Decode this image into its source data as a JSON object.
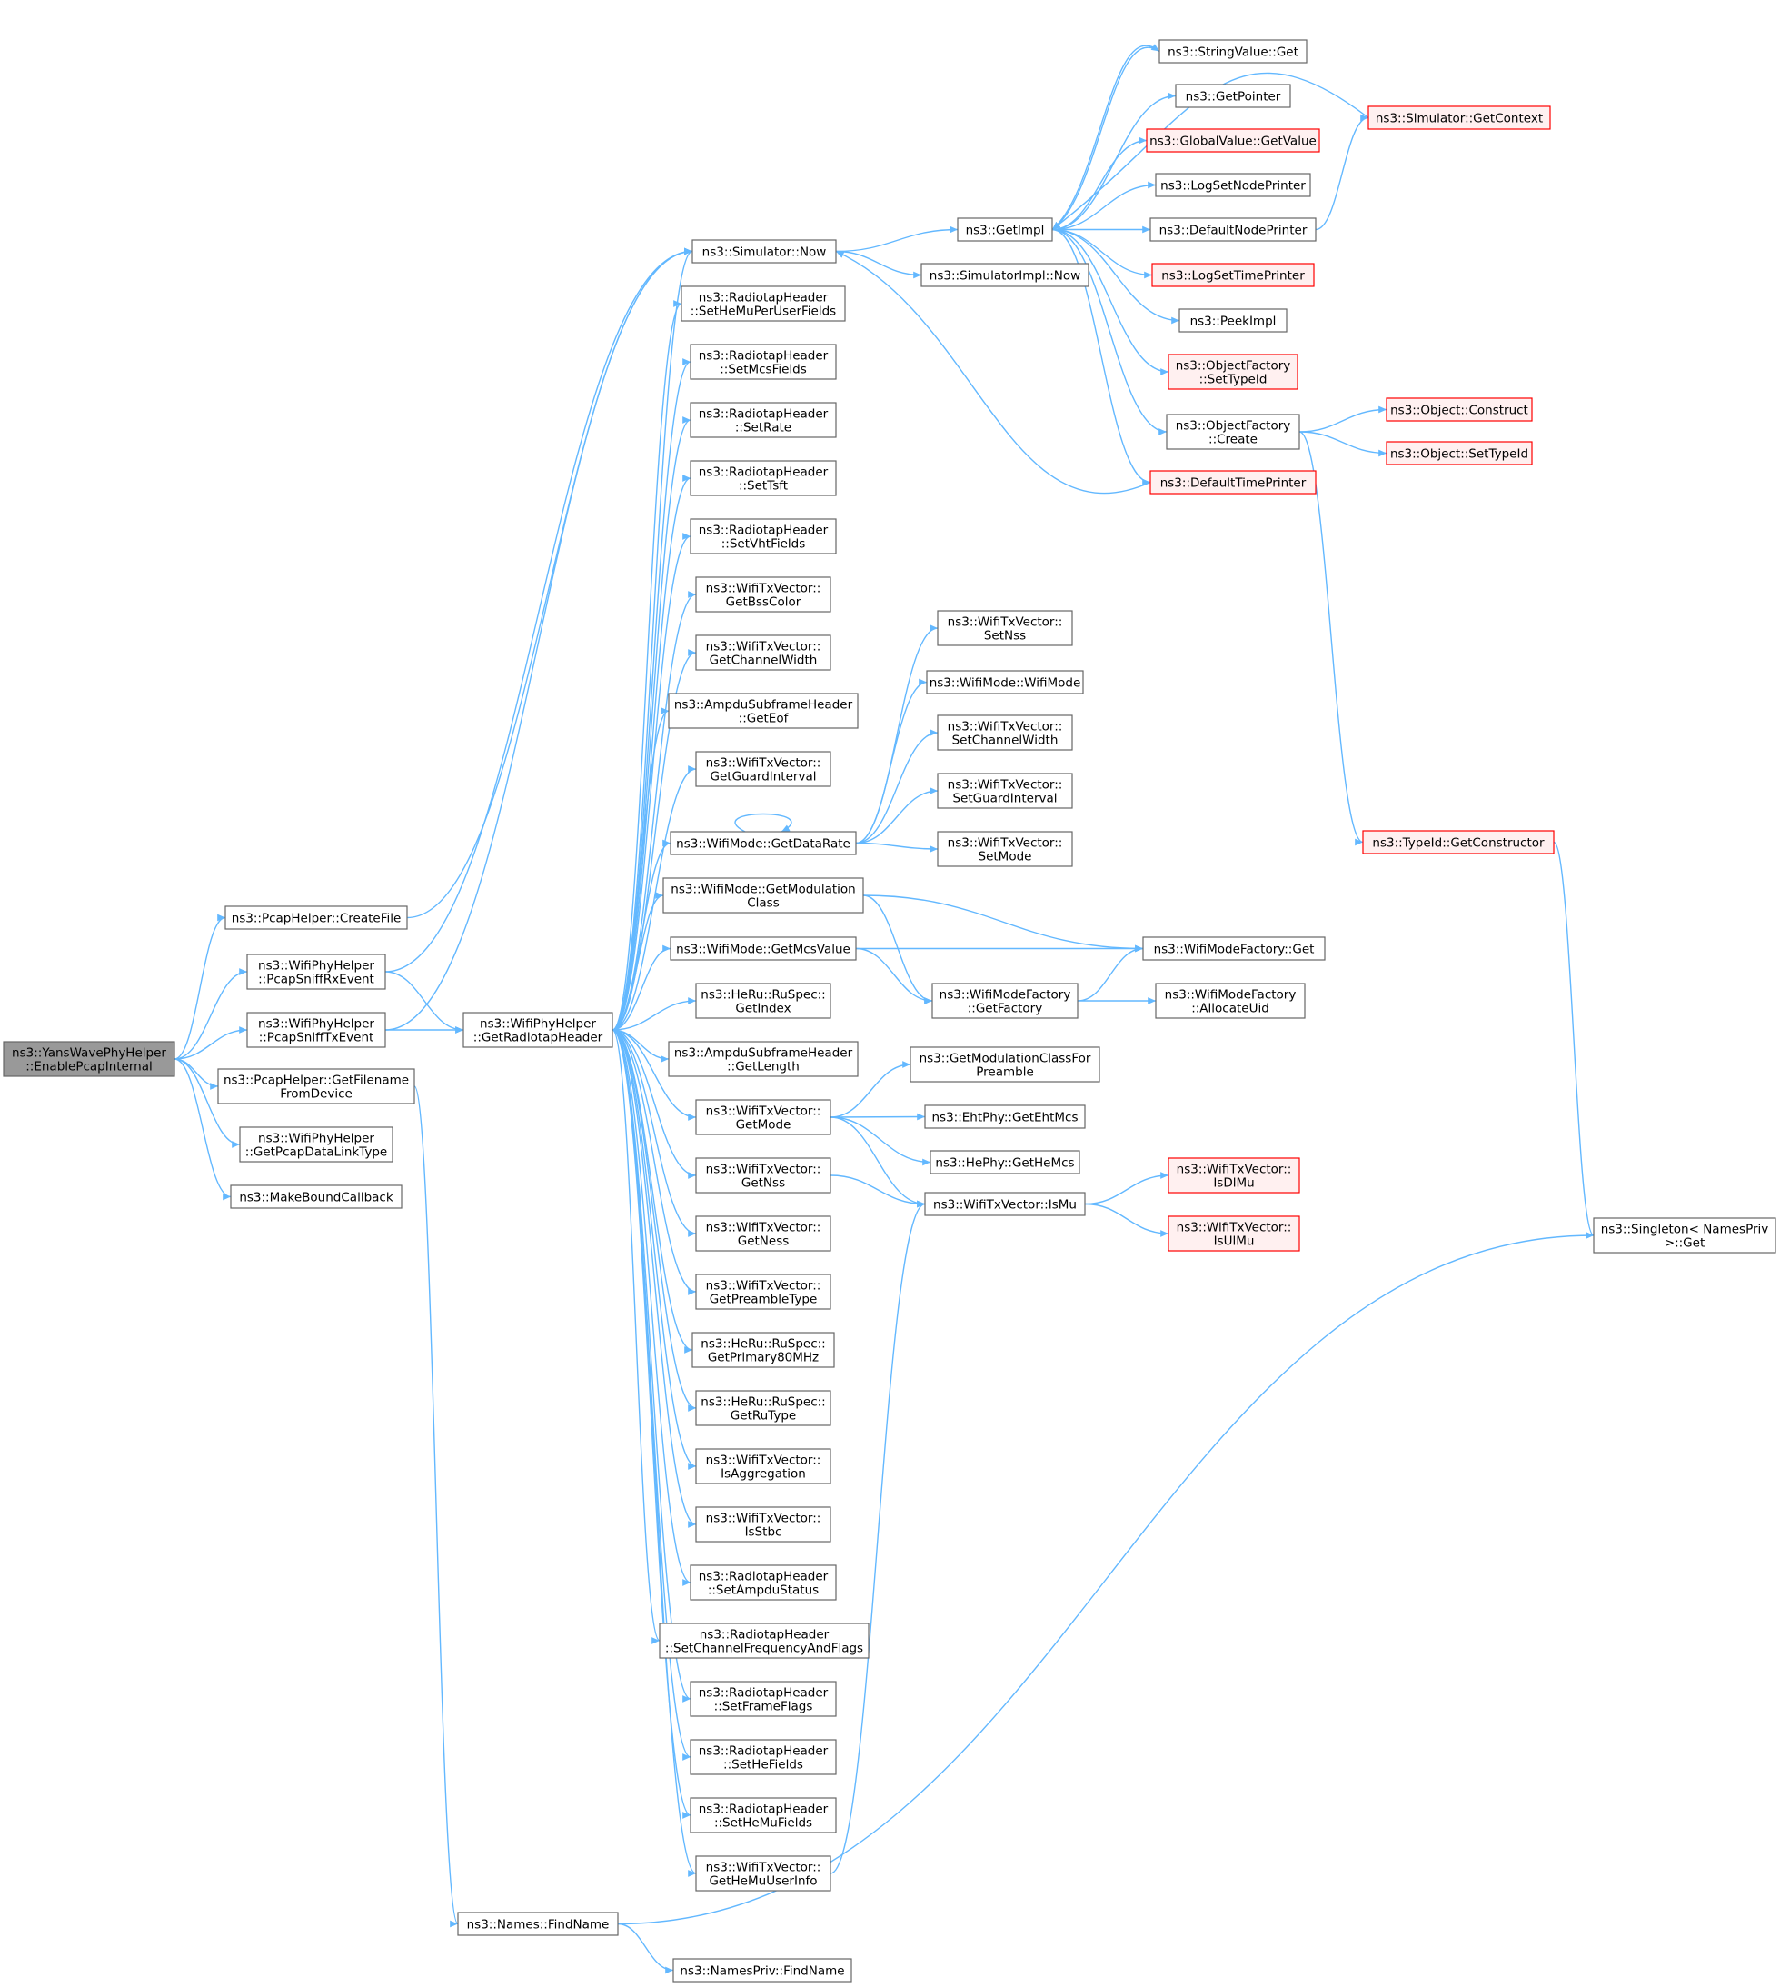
{
  "palette": {
    "edge": "#63b8ff",
    "box_border": "#666666",
    "box_fill": "#ffffff",
    "focus_fill": "#999999",
    "focus_border": "#666666",
    "truncated_border": "#ff0000",
    "truncated_fill": "#fff0f0",
    "text": "#000000"
  },
  "nodes": [
    {
      "id": "root",
      "lines": [
        "ns3::YansWavePhyHelper",
        "::EnablePcapInternal"
      ],
      "style": "focus"
    },
    {
      "id": "createFile",
      "lines": [
        "ns3::PcapHelper::CreateFile"
      ]
    },
    {
      "id": "sniffRx",
      "lines": [
        "ns3::WifiPhyHelper",
        "::PcapSniffRxEvent"
      ]
    },
    {
      "id": "sniffTx",
      "lines": [
        "ns3::WifiPhyHelper",
        "::PcapSniffTxEvent"
      ]
    },
    {
      "id": "getFilename",
      "lines": [
        "ns3::PcapHelper::GetFilename",
        "FromDevice"
      ]
    },
    {
      "id": "dataLink",
      "lines": [
        "ns3::WifiPhyHelper",
        "::GetPcapDataLinkType"
      ]
    },
    {
      "id": "boundCb",
      "lines": [
        "ns3::MakeBoundCallback"
      ]
    },
    {
      "id": "radiotap",
      "lines": [
        "ns3::WifiPhyHelper",
        "::GetRadiotapHeader"
      ]
    },
    {
      "id": "namesFind",
      "lines": [
        "ns3::Names::FindName"
      ]
    },
    {
      "id": "namesPrivFind",
      "lines": [
        "ns3::NamesPriv::FindName"
      ]
    },
    {
      "id": "simNow",
      "lines": [
        "ns3::Simulator::Now"
      ]
    },
    {
      "id": "setHeMuPerUser",
      "lines": [
        "ns3::RadiotapHeader",
        "::SetHeMuPerUserFields"
      ]
    },
    {
      "id": "setMcs",
      "lines": [
        "ns3::RadiotapHeader",
        "::SetMcsFields"
      ]
    },
    {
      "id": "setRate",
      "lines": [
        "ns3::RadiotapHeader",
        "::SetRate"
      ]
    },
    {
      "id": "setTsft",
      "lines": [
        "ns3::RadiotapHeader",
        "::SetTsft"
      ]
    },
    {
      "id": "setVht",
      "lines": [
        "ns3::RadiotapHeader",
        "::SetVhtFields"
      ]
    },
    {
      "id": "getBssColor",
      "lines": [
        "ns3::WifiTxVector::",
        "GetBssColor"
      ]
    },
    {
      "id": "getChWidth",
      "lines": [
        "ns3::WifiTxVector::",
        "GetChannelWidth"
      ]
    },
    {
      "id": "getEof",
      "lines": [
        "ns3::AmpduSubframeHeader",
        "::GetEof"
      ]
    },
    {
      "id": "getGuard",
      "lines": [
        "ns3::WifiTxVector::",
        "GetGuardInterval"
      ]
    },
    {
      "id": "getDataRate",
      "lines": [
        "ns3::WifiMode::GetDataRate"
      ]
    },
    {
      "id": "getModClass",
      "lines": [
        "ns3::WifiMode::GetModulation",
        "Class"
      ]
    },
    {
      "id": "getMcsValue",
      "lines": [
        "ns3::WifiMode::GetMcsValue"
      ]
    },
    {
      "id": "heGetIndex",
      "lines": [
        "ns3::HeRu::RuSpec::",
        "GetIndex"
      ]
    },
    {
      "id": "getLength",
      "lines": [
        "ns3::AmpduSubframeHeader",
        "::GetLength"
      ]
    },
    {
      "id": "getMode",
      "lines": [
        "ns3::WifiTxVector::",
        "GetMode"
      ]
    },
    {
      "id": "getNss",
      "lines": [
        "ns3::WifiTxVector::",
        "GetNss"
      ]
    },
    {
      "id": "getNess",
      "lines": [
        "ns3::WifiTxVector::",
        "GetNess"
      ]
    },
    {
      "id": "getPreamble",
      "lines": [
        "ns3::WifiTxVector::",
        "GetPreambleType"
      ]
    },
    {
      "id": "getPrimary80",
      "lines": [
        "ns3::HeRu::RuSpec::",
        "GetPrimary80MHz"
      ]
    },
    {
      "id": "getRuType",
      "lines": [
        "ns3::HeRu::RuSpec::",
        "GetRuType"
      ]
    },
    {
      "id": "isAggregation",
      "lines": [
        "ns3::WifiTxVector::",
        "IsAggregation"
      ]
    },
    {
      "id": "isStbc",
      "lines": [
        "ns3::WifiTxVector::",
        "IsStbc"
      ]
    },
    {
      "id": "setAmpdu",
      "lines": [
        "ns3::RadiotapHeader",
        "::SetAmpduStatus"
      ]
    },
    {
      "id": "setChFreq",
      "lines": [
        "ns3::RadiotapHeader",
        "::SetChannelFrequencyAndFlags"
      ]
    },
    {
      "id": "setFrameFlags",
      "lines": [
        "ns3::RadiotapHeader",
        "::SetFrameFlags"
      ]
    },
    {
      "id": "setHeFields",
      "lines": [
        "ns3::RadiotapHeader",
        "::SetHeFields"
      ]
    },
    {
      "id": "setHeMuFields",
      "lines": [
        "ns3::RadiotapHeader",
        "::SetHeMuFields"
      ]
    },
    {
      "id": "getHeMuUser",
      "lines": [
        "ns3::WifiTxVector::",
        "GetHeMuUserInfo"
      ]
    },
    {
      "id": "getImpl",
      "lines": [
        "ns3::GetImpl"
      ]
    },
    {
      "id": "simImplNow",
      "lines": [
        "ns3::SimulatorImpl::Now"
      ]
    },
    {
      "id": "setNss",
      "lines": [
        "ns3::WifiTxVector::",
        "SetNss"
      ]
    },
    {
      "id": "wifiModeCtor",
      "lines": [
        "ns3::WifiMode::WifiMode"
      ]
    },
    {
      "id": "setChWidth",
      "lines": [
        "ns3::WifiTxVector::",
        "SetChannelWidth"
      ]
    },
    {
      "id": "setGuard",
      "lines": [
        "ns3::WifiTxVector::",
        "SetGuardInterval"
      ]
    },
    {
      "id": "setMode",
      "lines": [
        "ns3::WifiTxVector::",
        "SetMode"
      ]
    },
    {
      "id": "modeFactoryGet",
      "lines": [
        "ns3::WifiModeFactory::Get"
      ]
    },
    {
      "id": "getFactory",
      "lines": [
        "ns3::WifiModeFactory",
        "::GetFactory"
      ]
    },
    {
      "id": "allocateUid",
      "lines": [
        "ns3::WifiModeFactory",
        "::AllocateUid"
      ]
    },
    {
      "id": "getModClassPre",
      "lines": [
        "ns3::GetModulationClassFor",
        "Preamble"
      ]
    },
    {
      "id": "getEhtMcs",
      "lines": [
        "ns3::EhtPhy::GetEhtMcs"
      ]
    },
    {
      "id": "getHeMcs",
      "lines": [
        "ns3::HePhy::GetHeMcs"
      ]
    },
    {
      "id": "isMu",
      "lines": [
        "ns3::WifiTxVector::IsMu"
      ]
    },
    {
      "id": "isDlMu",
      "lines": [
        "ns3::WifiTxVector::",
        "IsDlMu"
      ],
      "style": "truncated"
    },
    {
      "id": "isUlMu",
      "lines": [
        "ns3::WifiTxVector::",
        "IsUlMu"
      ],
      "style": "truncated"
    },
    {
      "id": "stringGet",
      "lines": [
        "ns3::StringValue::Get"
      ]
    },
    {
      "id": "getPointer",
      "lines": [
        "ns3::GetPointer"
      ]
    },
    {
      "id": "globalGet",
      "lines": [
        "ns3::GlobalValue::GetValue"
      ],
      "style": "truncated"
    },
    {
      "id": "logNodePrinter",
      "lines": [
        "ns3::LogSetNodePrinter"
      ]
    },
    {
      "id": "defNodePrinter",
      "lines": [
        "ns3::DefaultNodePrinter"
      ]
    },
    {
      "id": "logTimePrinter",
      "lines": [
        "ns3::LogSetTimePrinter"
      ],
      "style": "truncated"
    },
    {
      "id": "peekImpl",
      "lines": [
        "ns3::PeekImpl"
      ]
    },
    {
      "id": "ofSetTypeId",
      "lines": [
        "ns3::ObjectFactory",
        "::SetTypeId"
      ],
      "style": "truncated"
    },
    {
      "id": "ofCreate",
      "lines": [
        "ns3::ObjectFactory",
        "::Create"
      ]
    },
    {
      "id": "defTimePrinter",
      "lines": [
        "ns3::DefaultTimePrinter"
      ],
      "style": "truncated"
    },
    {
      "id": "simGetContext",
      "lines": [
        "ns3::Simulator::GetContext"
      ],
      "style": "truncated"
    },
    {
      "id": "objConstruct",
      "lines": [
        "ns3::Object::Construct"
      ],
      "style": "truncated"
    },
    {
      "id": "objSetTypeId",
      "lines": [
        "ns3::Object::SetTypeId"
      ],
      "style": "truncated"
    },
    {
      "id": "getConstructor",
      "lines": [
        "ns3::TypeId::GetConstructor"
      ],
      "style": "truncated"
    },
    {
      "id": "singletonGet",
      "lines": [
        "ns3::Singleton< NamesPriv",
        ">::Get"
      ]
    }
  ],
  "edges": [
    [
      "root",
      "createFile"
    ],
    [
      "root",
      "sniffRx"
    ],
    [
      "root",
      "sniffTx"
    ],
    [
      "root",
      "getFilename"
    ],
    [
      "root",
      "dataLink"
    ],
    [
      "root",
      "boundCb"
    ],
    [
      "sniffRx",
      "simNow"
    ],
    [
      "sniffRx",
      "radiotap"
    ],
    [
      "sniffTx",
      "simNow"
    ],
    [
      "sniffTx",
      "radiotap"
    ],
    [
      "createFile",
      "simNow"
    ],
    [
      "getFilename",
      "namesFind"
    ],
    [
      "radiotap",
      "simNow"
    ],
    [
      "radiotap",
      "setHeMuPerUser"
    ],
    [
      "radiotap",
      "setMcs"
    ],
    [
      "radiotap",
      "setRate"
    ],
    [
      "radiotap",
      "setTsft"
    ],
    [
      "radiotap",
      "setVht"
    ],
    [
      "radiotap",
      "getBssColor"
    ],
    [
      "radiotap",
      "getChWidth"
    ],
    [
      "radiotap",
      "getEof"
    ],
    [
      "radiotap",
      "getGuard"
    ],
    [
      "radiotap",
      "getDataRate"
    ],
    [
      "radiotap",
      "getModClass"
    ],
    [
      "radiotap",
      "getMcsValue"
    ],
    [
      "radiotap",
      "heGetIndex"
    ],
    [
      "radiotap",
      "getLength"
    ],
    [
      "radiotap",
      "getMode"
    ],
    [
      "radiotap",
      "getNss"
    ],
    [
      "radiotap",
      "getNess"
    ],
    [
      "radiotap",
      "getPreamble"
    ],
    [
      "radiotap",
      "getPrimary80"
    ],
    [
      "radiotap",
      "getRuType"
    ],
    [
      "radiotap",
      "isAggregation"
    ],
    [
      "radiotap",
      "isStbc"
    ],
    [
      "radiotap",
      "setAmpdu"
    ],
    [
      "radiotap",
      "setChFreq"
    ],
    [
      "radiotap",
      "setFrameFlags"
    ],
    [
      "radiotap",
      "setHeFields"
    ],
    [
      "radiotap",
      "setHeMuFields"
    ],
    [
      "radiotap",
      "getHeMuUser"
    ],
    [
      "simNow",
      "getImpl"
    ],
    [
      "simNow",
      "simImplNow"
    ],
    [
      "getImpl",
      "stringGet"
    ],
    [
      "getImpl",
      "getPointer"
    ],
    [
      "getImpl",
      "globalGet"
    ],
    [
      "getImpl",
      "logNodePrinter"
    ],
    [
      "getImpl",
      "defNodePrinter"
    ],
    [
      "getImpl",
      "logTimePrinter"
    ],
    [
      "getImpl",
      "peekImpl"
    ],
    [
      "getImpl",
      "ofSetTypeId"
    ],
    [
      "getImpl",
      "ofCreate"
    ],
    [
      "getImpl",
      "defTimePrinter"
    ],
    [
      "stringGet",
      "getImpl"
    ],
    [
      "simGetContext",
      "getImpl"
    ],
    [
      "defNodePrinter",
      "simGetContext"
    ],
    [
      "defTimePrinter",
      "simNow"
    ],
    [
      "ofCreate",
      "objConstruct"
    ],
    [
      "ofCreate",
      "objSetTypeId"
    ],
    [
      "ofCreate",
      "getConstructor"
    ],
    [
      "getConstructor",
      "singletonGet"
    ],
    [
      "getDataRate",
      "getDataRate"
    ],
    [
      "getDataRate",
      "setNss"
    ],
    [
      "getDataRate",
      "wifiModeCtor"
    ],
    [
      "getDataRate",
      "setChWidth"
    ],
    [
      "getDataRate",
      "setGuard"
    ],
    [
      "getDataRate",
      "setMode"
    ],
    [
      "getModClass",
      "modeFactoryGet"
    ],
    [
      "getModClass",
      "getFactory"
    ],
    [
      "getMcsValue",
      "modeFactoryGet"
    ],
    [
      "getMcsValue",
      "getFactory"
    ],
    [
      "getFactory",
      "modeFactoryGet"
    ],
    [
      "getFactory",
      "allocateUid"
    ],
    [
      "getMode",
      "getModClassPre"
    ],
    [
      "getMode",
      "getEhtMcs"
    ],
    [
      "getMode",
      "getHeMcs"
    ],
    [
      "getMode",
      "isMu"
    ],
    [
      "getNss",
      "isMu"
    ],
    [
      "getHeMuUser",
      "isMu"
    ],
    [
      "isMu",
      "isDlMu"
    ],
    [
      "isMu",
      "isUlMu"
    ],
    [
      "namesFind",
      "namesPrivFind"
    ],
    [
      "namesFind",
      "singletonGet"
    ]
  ]
}
